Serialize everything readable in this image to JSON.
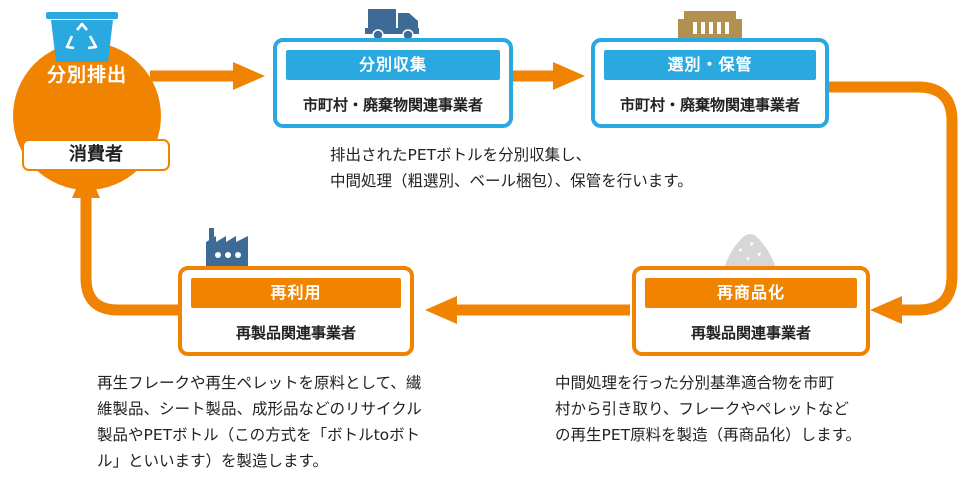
{
  "consumer": {
    "title": "分別排出",
    "label": "消費者"
  },
  "steps": [
    {
      "title": "分別収集",
      "sub": "市町村・廃棄物関連事業者"
    },
    {
      "title": "選別・保管",
      "sub": "市町村・廃棄物関連事業者"
    },
    {
      "title": "再商品化",
      "sub": "再製品関連事業者"
    },
    {
      "title": "再利用",
      "sub": "再製品関連事業者"
    }
  ],
  "descriptions": {
    "collection": [
      "排出されたPETボトルを分別収集し、",
      "中間処理（粗選別、ベール梱包）、保管を行います。"
    ],
    "reuse": [
      "再生フレークや再生ペレットを原料として、繊",
      "維製品、シート製品、成形品などのリサイクル",
      "製品やPETボトル（この方式を「ボトルtoボト",
      "ル」といいます）を製造します。"
    ],
    "recommodification": [
      "中間処理を行った分別基準適合物を市町",
      "村から引き取り、フレークやペレットなど",
      "の再生PET原料を製造（再商品化）します。"
    ]
  },
  "icons": [
    "recycle-bin-icon",
    "truck-icon",
    "warehouse-icon",
    "flake-pile-icon",
    "factory-icon"
  ],
  "colors": {
    "orange": "#f08300",
    "blue": "#29a9e0",
    "icon_blue": "#3d6b96",
    "warehouse": "#b29050",
    "pile": "#d7d7d7"
  }
}
